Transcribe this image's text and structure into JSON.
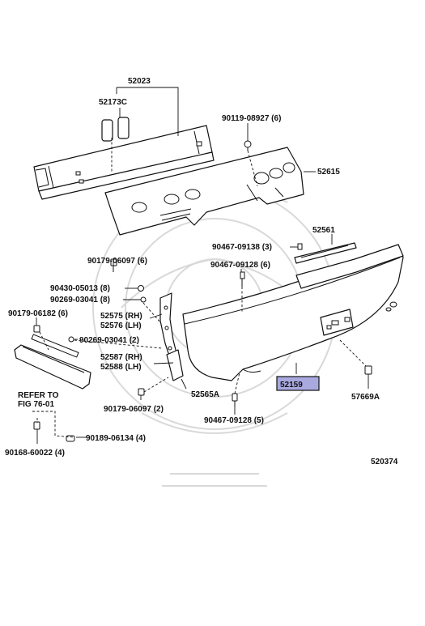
{
  "labels": {
    "reinforcement": "52023",
    "clip_pair": "52173C",
    "bolt_top": "90119-08927 (6)",
    "energy_absorber": "52615",
    "retainer_strip": "52561",
    "screw_top": "90467-09138 (3)",
    "clip_top": "90467-09128 (6)",
    "clip_upper_left": "90179-06097 (6)",
    "nut_08": "90430-05013 (8)",
    "screw_08": "90269-03041 (8)",
    "clip_left": "90179-06182 (6)",
    "support_rh": "52575 (RH)",
    "support_lh": "52576 (LH)",
    "screw_02": "90269-03041 (2)",
    "reflector_rh": "52587 (RH)",
    "reflector_lh": "52588 (LH)",
    "bracket": "52565A",
    "bumper_cover": "52159",
    "clip_lower": "90467-09128 (5)",
    "retainer_right": "57669A",
    "clip_bottom_mid": "90179-06097 (2)",
    "refer_line1": "REFER TO",
    "refer_line2": "FIG 76-01",
    "clip_bottom_left": "90168-60022 (4)",
    "nut_bottom": "90189-06134 (4)",
    "figure_number": "520374"
  },
  "colors": {
    "highlight": "#a9a9e0",
    "line": "#111111",
    "watermark": "#d9d9d9"
  }
}
